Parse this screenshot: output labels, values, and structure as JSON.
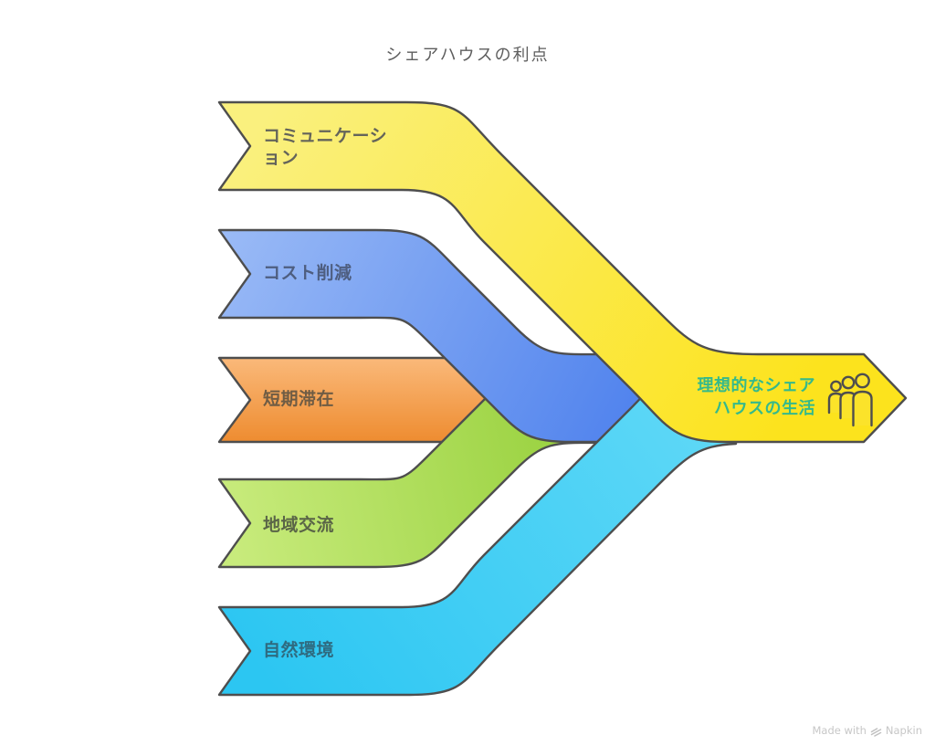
{
  "title": "シェアハウスの利点",
  "flow": {
    "inputs": [
      {
        "id": "communication",
        "label": "コミュニケーション",
        "color": "#FCE321",
        "text_color": "#64645A"
      },
      {
        "id": "cost-reduction",
        "label": "コスト削減",
        "color": "#5E8DEF",
        "text_color": "#4E5E80"
      },
      {
        "id": "short-stay",
        "label": "短期滞在",
        "color": "#F09A42",
        "text_color": "#6F5C44"
      },
      {
        "id": "local-exchange",
        "label": "地域交流",
        "color": "#9AD33F",
        "text_color": "#5A6547"
      },
      {
        "id": "nature",
        "label": "自然環境",
        "color": "#2FC9F3",
        "text_color": "#2F6B80"
      }
    ],
    "output": {
      "label": "理想的なシェアハウスの生活",
      "color": "#FCE321",
      "text_color": "#35B98B",
      "icon": "people-group-icon"
    },
    "outline_color": "#4E4E4E"
  },
  "watermark": {
    "prefix": "Made with",
    "brand": "Napkin"
  }
}
